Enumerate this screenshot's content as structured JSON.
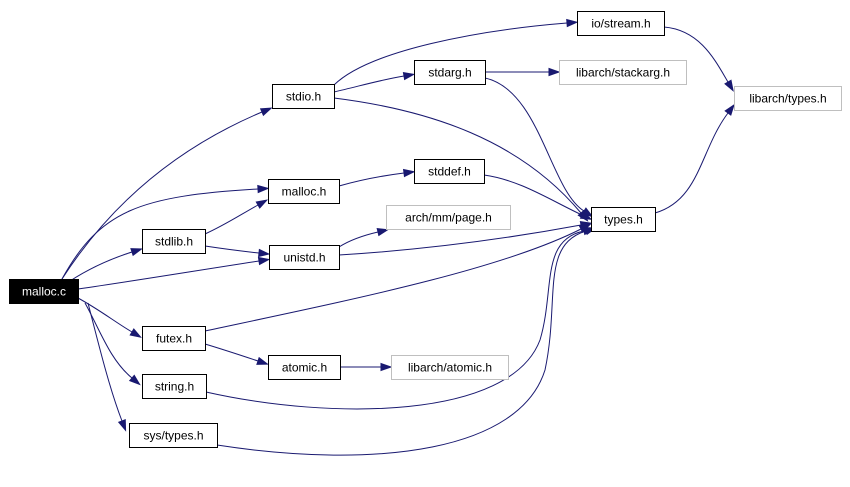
{
  "diagram": {
    "edge_color": "#191970",
    "nodes": {
      "malloc_c": {
        "label": "malloc.c",
        "kind": "root"
      },
      "stdio_h": {
        "label": "stdio.h",
        "kind": "local"
      },
      "io_stream_h": {
        "label": "io/stream.h",
        "kind": "local"
      },
      "stdarg_h": {
        "label": "stdarg.h",
        "kind": "local"
      },
      "libarch_stackarg_h": {
        "label": "libarch/stackarg.h",
        "kind": "external"
      },
      "libarch_types_h": {
        "label": "libarch/types.h",
        "kind": "external"
      },
      "malloc_h": {
        "label": "malloc.h",
        "kind": "local"
      },
      "stddef_h": {
        "label": "stddef.h",
        "kind": "local"
      },
      "types_h": {
        "label": "types.h",
        "kind": "local"
      },
      "stdlib_h": {
        "label": "stdlib.h",
        "kind": "local"
      },
      "arch_mm_page_h": {
        "label": "arch/mm/page.h",
        "kind": "external"
      },
      "unistd_h": {
        "label": "unistd.h",
        "kind": "local"
      },
      "futex_h": {
        "label": "futex.h",
        "kind": "local"
      },
      "atomic_h": {
        "label": "atomic.h",
        "kind": "local"
      },
      "libarch_atomic_h": {
        "label": "libarch/atomic.h",
        "kind": "external"
      },
      "string_h": {
        "label": "string.h",
        "kind": "local"
      },
      "sys_types_h": {
        "label": "sys/types.h",
        "kind": "local"
      }
    },
    "edges": [
      [
        "malloc_c",
        "stdio_h"
      ],
      [
        "malloc_c",
        "malloc_h"
      ],
      [
        "malloc_c",
        "stdlib_h"
      ],
      [
        "malloc_c",
        "unistd_h"
      ],
      [
        "malloc_c",
        "futex_h"
      ],
      [
        "malloc_c",
        "string_h"
      ],
      [
        "malloc_c",
        "sys_types_h"
      ],
      [
        "stdio_h",
        "io_stream_h"
      ],
      [
        "stdio_h",
        "stdarg_h"
      ],
      [
        "stdio_h",
        "types_h"
      ],
      [
        "io_stream_h",
        "libarch_types_h"
      ],
      [
        "stdarg_h",
        "libarch_stackarg_h"
      ],
      [
        "stdarg_h",
        "types_h"
      ],
      [
        "malloc_h",
        "stddef_h"
      ],
      [
        "stddef_h",
        "types_h"
      ],
      [
        "stdlib_h",
        "malloc_h"
      ],
      [
        "stdlib_h",
        "unistd_h"
      ],
      [
        "unistd_h",
        "arch_mm_page_h"
      ],
      [
        "unistd_h",
        "types_h"
      ],
      [
        "futex_h",
        "atomic_h"
      ],
      [
        "futex_h",
        "types_h"
      ],
      [
        "atomic_h",
        "libarch_atomic_h"
      ],
      [
        "string_h",
        "types_h"
      ],
      [
        "sys_types_h",
        "types_h"
      ],
      [
        "types_h",
        "libarch_types_h"
      ]
    ]
  }
}
